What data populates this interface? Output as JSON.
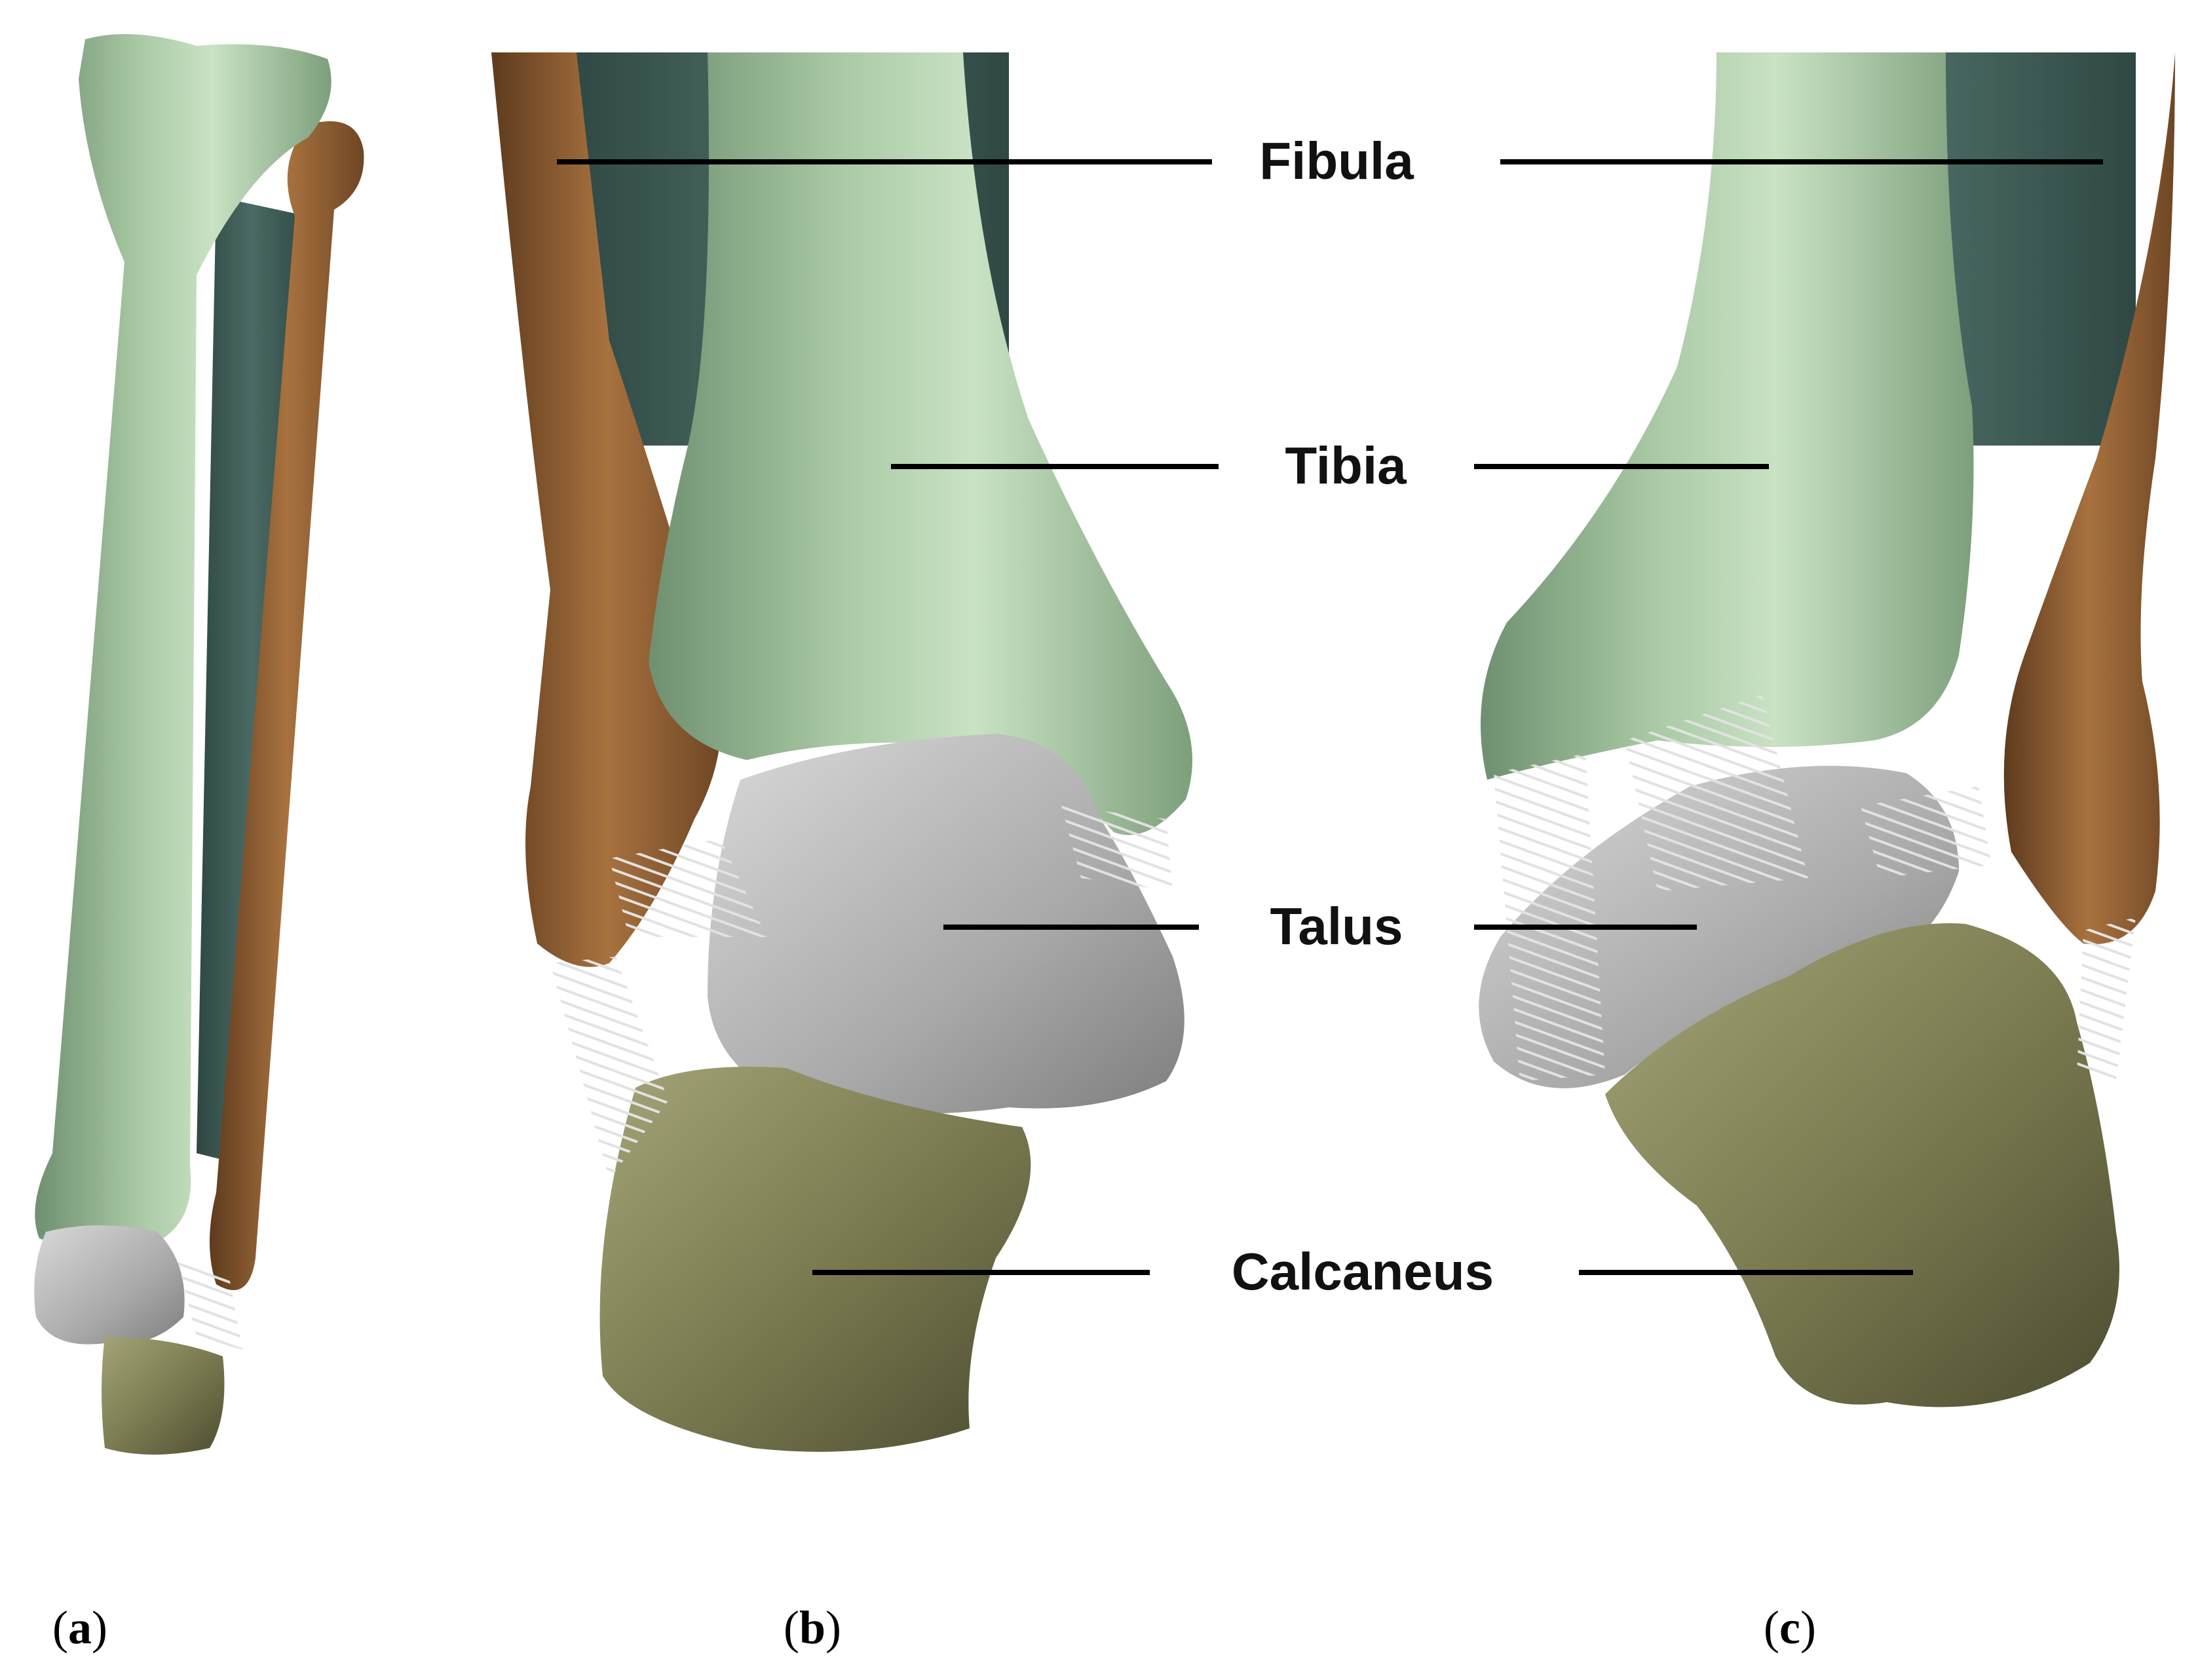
{
  "figure": {
    "labels": {
      "fibula": "Fibula",
      "tibia": "Tibia",
      "talus": "Talus",
      "calcaneus": "Calcaneus"
    },
    "panels": {
      "a": {
        "open": "(",
        "letter": "a",
        "close": ")"
      },
      "b": {
        "open": "(",
        "letter": "b",
        "close": ")"
      },
      "c": {
        "open": "(",
        "letter": "c",
        "close": ")"
      }
    }
  },
  "colors": {
    "tibia": "#9dbf99",
    "fibula": "#9b6a3e",
    "talus": "#b9b9b9",
    "calcaneus": "#7d7d55",
    "membrane": "#3d5a55",
    "ligament": "#d6d6d6",
    "leader_line": "#000000"
  }
}
